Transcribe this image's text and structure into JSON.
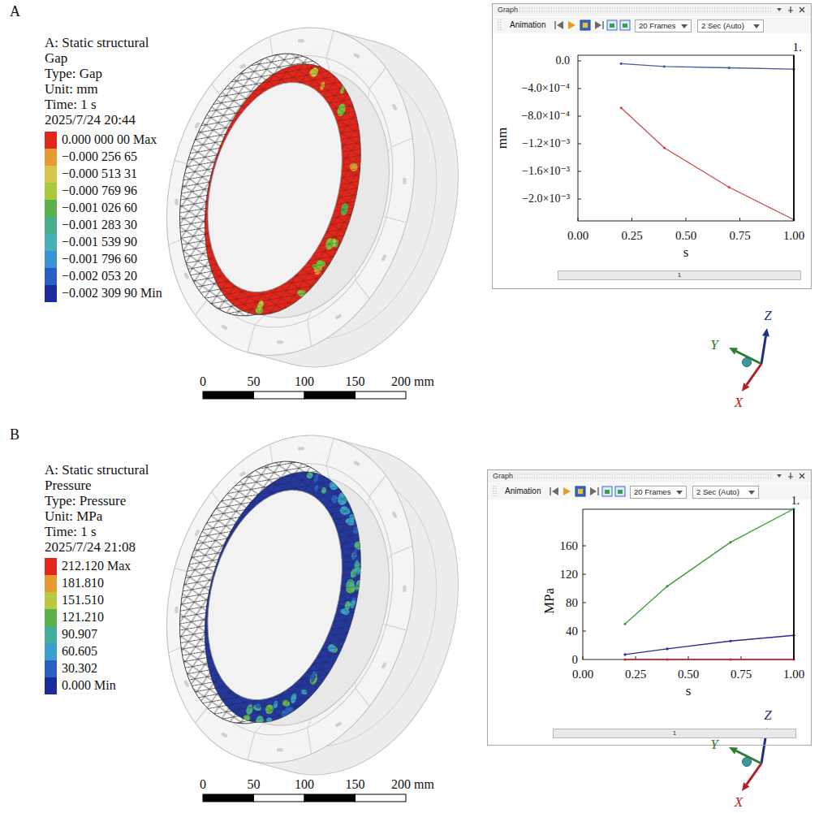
{
  "diagram": {
    "nodes": [
      {
        "text": [
          "Graph"
        ]
      },
      {
        "text": [
          "20 Frames"
        ],
        "in": 0
      },
      {
        "text": [
          "2 Sec (Auto)"
        ],
        "in": 0
      },
      {
        "text": [
          "1"
        ],
        "in": 0
      },
      {
        "text": [
          "Graph"
        ]
      },
      {
        "text": [
          "20 Frames"
        ],
        "in": 4
      },
      {
        "text": [
          "2 Sec (Auto)"
        ],
        "in": 4
      },
      {
        "text": [
          "1"
        ],
        "in": 4
      }
    ],
    "labels": [
      "A",
      "A: Static structural",
      "Gap",
      "Type: Gap",
      "Unit: mm",
      "Time: 1 s",
      "2025/7/24 20:44",
      "0",
      "50",
      "100",
      "150",
      "200 mm",
      "Animation",
      "1.",
      "0.0",
      "−4.0×10⁻⁴",
      "−8.0×10⁻⁴",
      "−1.2×10⁻³",
      "−1.6×10⁻³",
      "−2.0×10⁻³",
      "mm",
      "0.00",
      "0.25",
      "0.50",
      "0.75",
      "1.00",
      "s",
      "Y",
      "Z",
      "X",
      "B",
      "A: Static structural",
      "Pressure",
      "Type: Pressure",
      "Unit: MPa",
      "Time: 1 s",
      "2025/7/24 21:08",
      "0",
      "50",
      "100",
      "150",
      "200 mm",
      "Animation",
      "1.",
      "160",
      "120",
      "80",
      "40",
      "0",
      "MPa",
      "0.00",
      "0.25",
      "0.50",
      "0.75",
      "1.00",
      "s",
      "Y",
      "Z",
      "X"
    ],
    "legend": [
      {
        "text": "0.000 000 00 Max",
        "color": "#e3261c"
      },
      {
        "text": "−0.000 256 65",
        "color": "#e79a32"
      },
      {
        "text": "−0.000 513 31",
        "color": "#d6c54a"
      },
      {
        "text": "−0.000 769 96",
        "color": "#a8c83e"
      },
      {
        "text": "−0.001 026 60",
        "color": "#5ab04b"
      },
      {
        "text": "−0.001 283 30",
        "color": "#4aae8c"
      },
      {
        "text": "−0.001 539 90",
        "color": "#46b0b4"
      },
      {
        "text": "−0.001 796 60",
        "color": "#3a92d2"
      },
      {
        "text": "−0.002 053 20",
        "color": "#2a5ec4"
      },
      {
        "text": "−0.002 309 90 Min",
        "color": "#1b2b9a"
      },
      {
        "text": "212.120 Max",
        "color": "#e3261c"
      },
      {
        "text": "181.810",
        "color": "#e79a32"
      },
      {
        "text": "151.510",
        "color": "#b8c840"
      },
      {
        "text": "121.210",
        "color": "#5ab04b"
      },
      {
        "text": "90.907",
        "color": "#45ae9a"
      },
      {
        "text": "60.605",
        "color": "#3a9ed0"
      },
      {
        "text": "30.302",
        "color": "#2a5ec4"
      },
      {
        "text": "0.000 Min",
        "color": "#1b2b9a"
      }
    ]
  }
}
